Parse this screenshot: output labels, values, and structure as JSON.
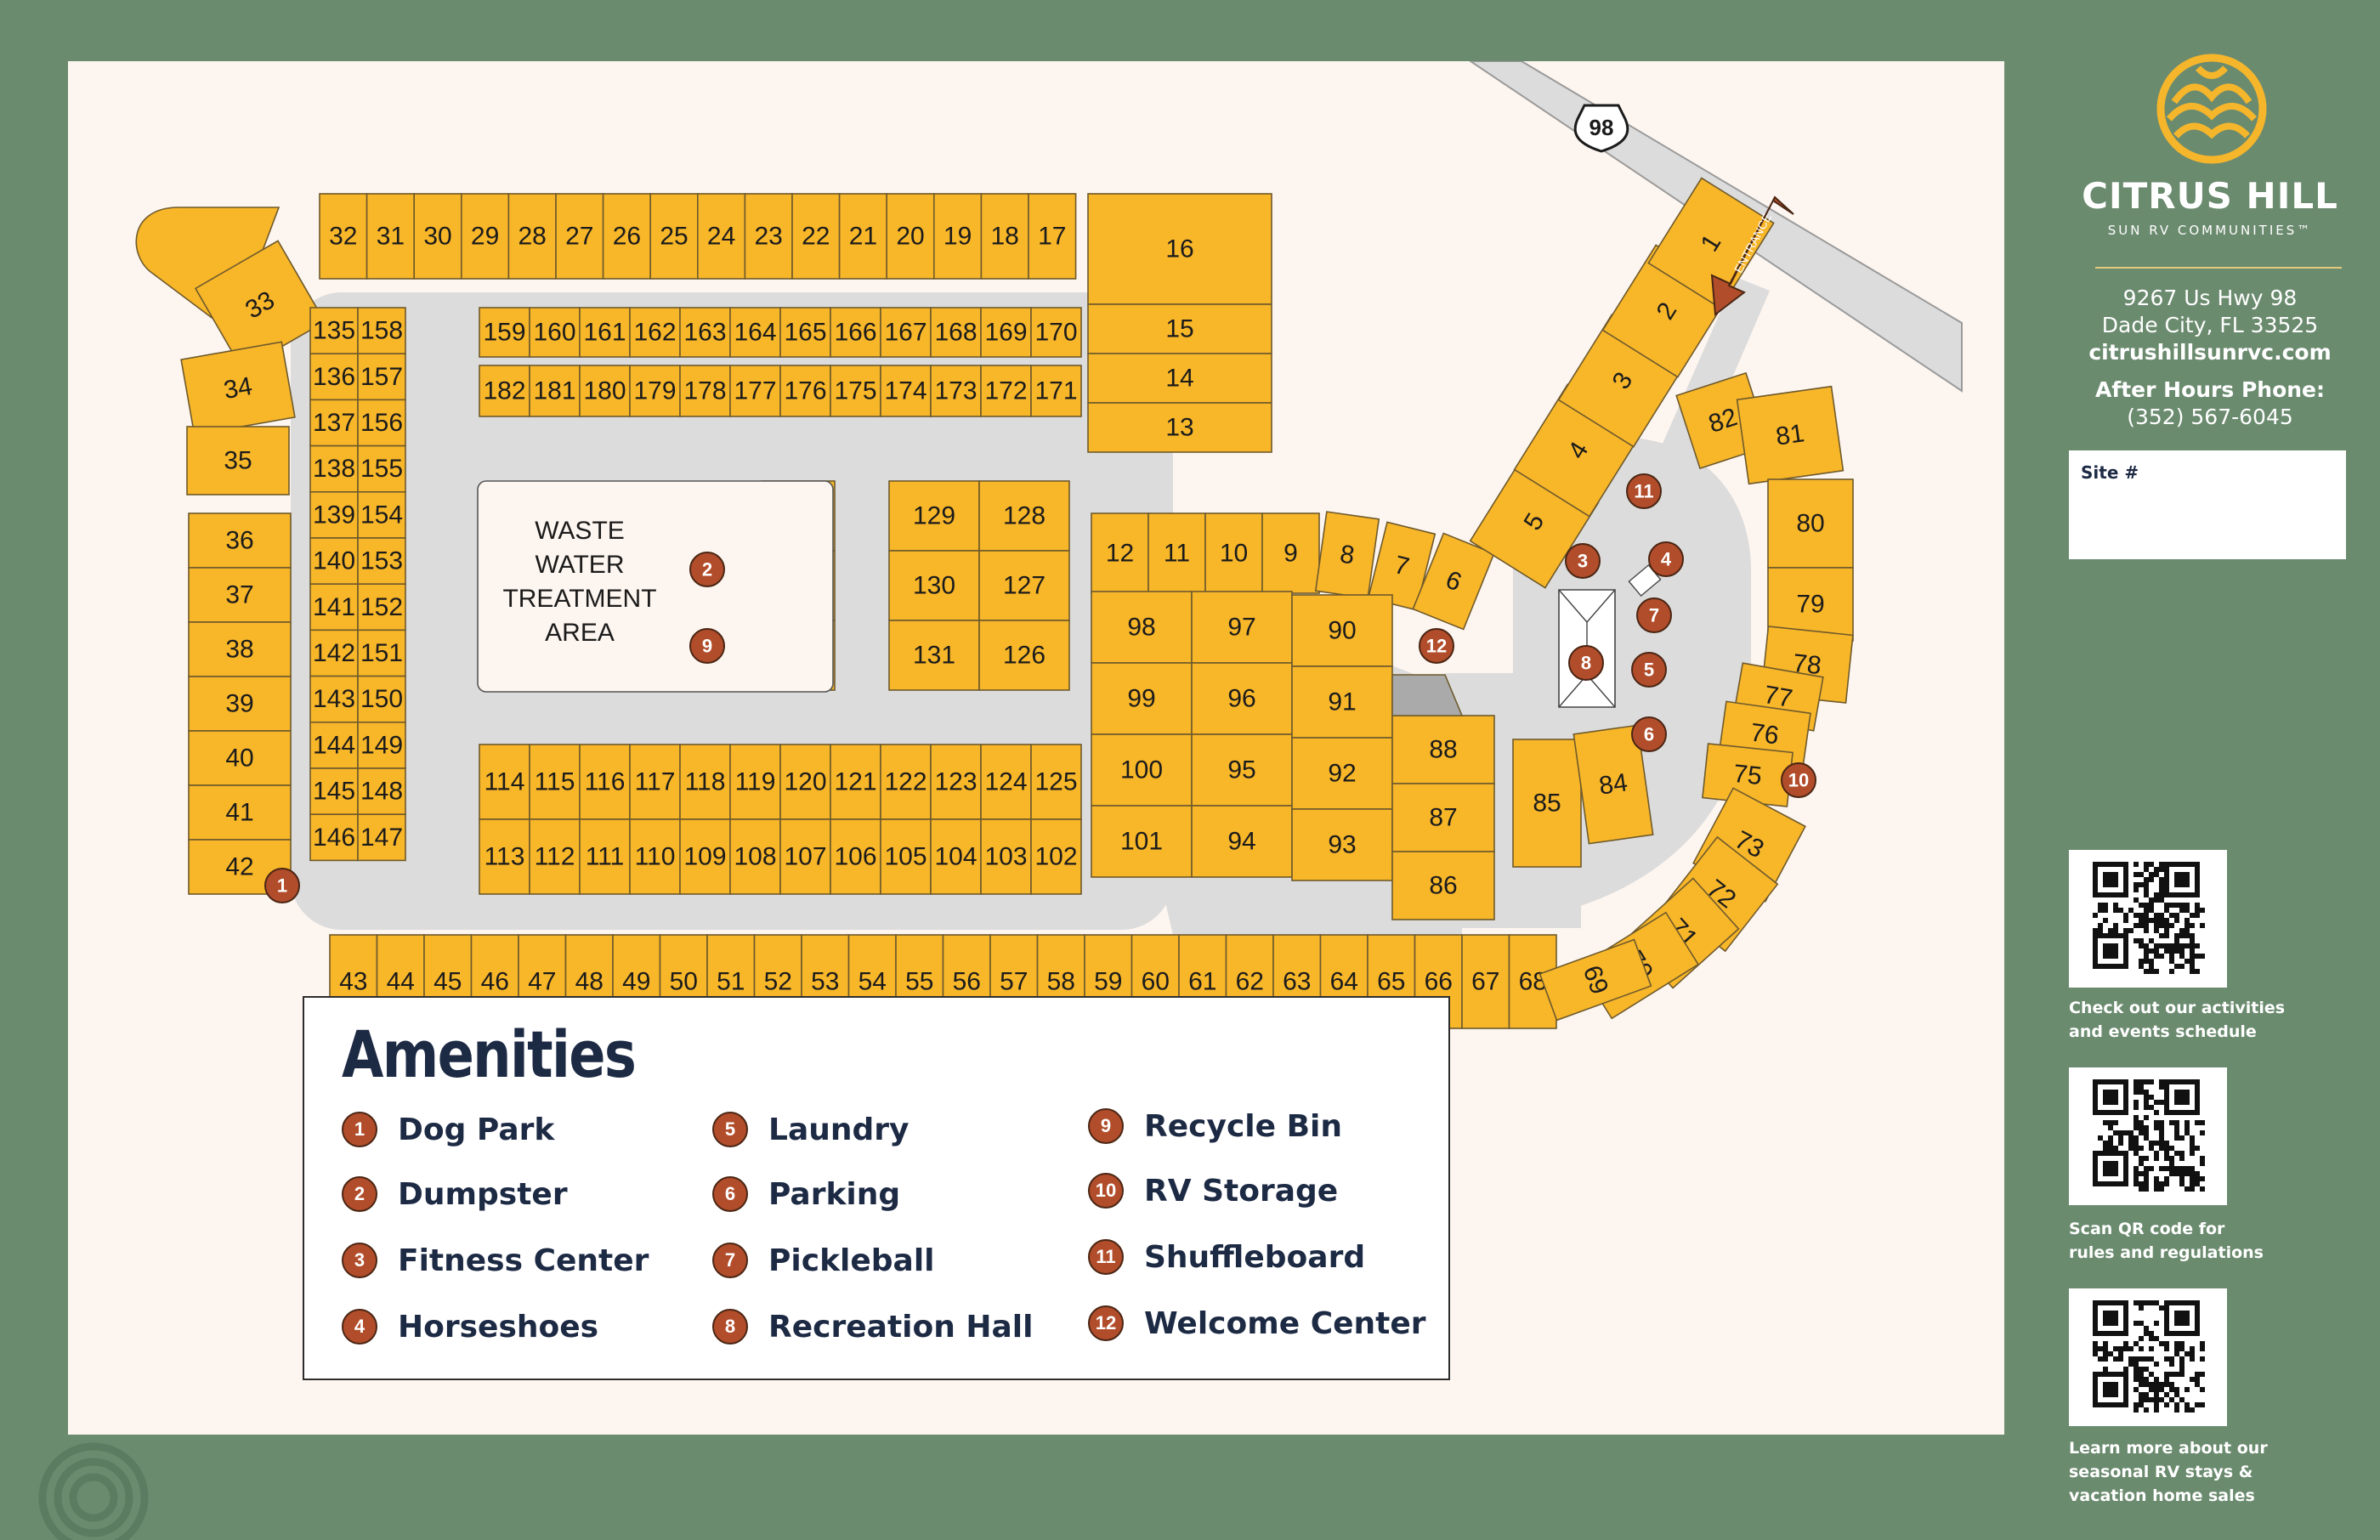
{
  "map": {
    "highway_shield": "98",
    "entrance_label": "ENTRANCE",
    "waste_area_lines": [
      "WASTE",
      "WATER",
      "TREATMENT",
      "AREA"
    ],
    "lot_color": "#f8b629",
    "road_color": "#dcdcdc",
    "amenity_color": "#b24d2b",
    "background_color": "#6b8b6f"
  },
  "legend": {
    "title": "Amenities",
    "items": [
      {
        "num": "1",
        "label": "Dog Park"
      },
      {
        "num": "2",
        "label": "Dumpster"
      },
      {
        "num": "3",
        "label": "Fitness Center"
      },
      {
        "num": "4",
        "label": "Horseshoes"
      },
      {
        "num": "5",
        "label": "Laundry"
      },
      {
        "num": "6",
        "label": "Parking"
      },
      {
        "num": "7",
        "label": "Pickleball"
      },
      {
        "num": "8",
        "label": "Recreation Hall"
      },
      {
        "num": "9",
        "label": "Recycle Bin"
      },
      {
        "num": "10",
        "label": "RV Storage"
      },
      {
        "num": "11",
        "label": "Shuffleboard"
      },
      {
        "num": "12",
        "label": "Welcome Center"
      }
    ]
  },
  "brand": {
    "name": "CITRUS HILL",
    "subtitle": "SUN RV COMMUNITIES™",
    "address_line1": "9267 Us Hwy 98",
    "address_line2": "Dade City, FL 33525",
    "website": "citrushillsunrvc.com",
    "phone_label": "After Hours Phone:",
    "phone": "(352) 567-6045",
    "site_label": "Site #"
  },
  "qr_codes": [
    {
      "name": "activities",
      "caption": "Check out our activities\nand events schedule"
    },
    {
      "name": "rules",
      "caption": "Scan QR code for\nrules and regulations"
    },
    {
      "name": "seasonal",
      "caption": "Learn more about our\nseasonal RV stays &\nvacation home sales"
    }
  ]
}
